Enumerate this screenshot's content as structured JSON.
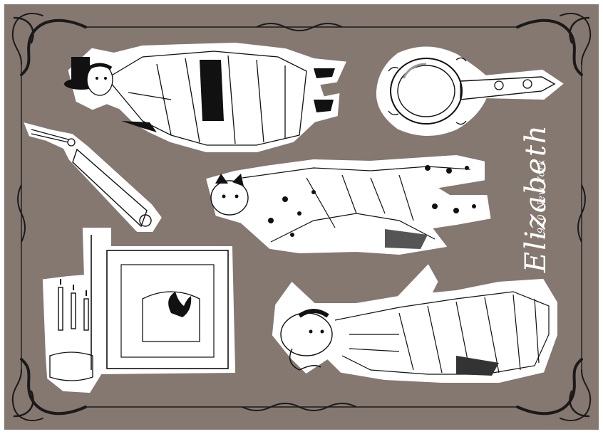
{
  "sheet": {
    "title": "Elizabeth",
    "subtitle": "1910 New York",
    "colors": {
      "background": "#857870",
      "border_ornament": "#1a1a1a",
      "sticker_fill": "#ffffff",
      "ink": "#111111"
    }
  },
  "stickers": [
    {
      "name": "fox-in-trench-coat-and-top-hat"
    },
    {
      "name": "ornate-hand-mirror"
    },
    {
      "name": "rolled-umbrella-with-tassel"
    },
    {
      "name": "wolf-lying-in-fur-cape"
    },
    {
      "name": "fireplace-with-candles"
    },
    {
      "name": "lady-fox-in-bonnet-and-gown"
    }
  ]
}
